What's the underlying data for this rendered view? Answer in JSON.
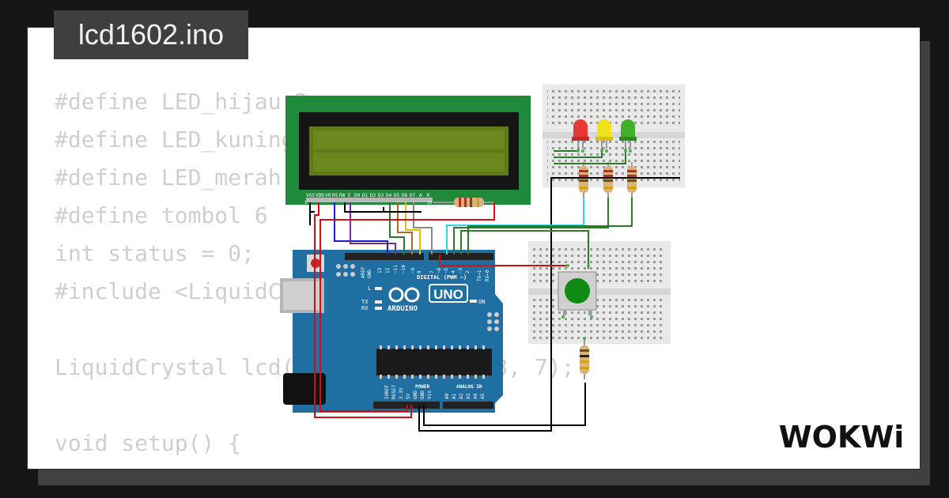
{
  "project": {
    "filename": "lcd1602.ino"
  },
  "code_lines": [
    "#define LED_hijau 2",
    "#define LED_kuning 3",
    "#define LED_merah 4",
    "#define tombol 6",
    "int status = 0;",
    "#include <LiquidCrystal.h>",
    "",
    "LiquidCrystal lcd(12, 11, 10, 9, 8, 7);",
    "",
    "void setup() {"
  ],
  "brand": {
    "logo_text": "WOKWi"
  },
  "lcd": {
    "pin_labels": [
      "VSS",
      "VDD",
      "V0",
      "RS",
      "RW",
      "E",
      "D0",
      "D1",
      "D2",
      "D3",
      "D4",
      "D5",
      "D6",
      "D7",
      "A",
      "K"
    ],
    "pin_first": "1",
    "pin_last": "16"
  },
  "arduino": {
    "brand_label": "ARDUINO",
    "model_label": "UNO",
    "digital_label": "DIGITAL (PWM ~)",
    "power_label": "POWER",
    "analog_label": "ANALOG IN",
    "on_label": "ON",
    "tx_label": "TX",
    "rx_label": "RX",
    "l_label": "L",
    "top_pins": [
      "AREF",
      "GND",
      "13",
      "12",
      "~11",
      "~10",
      "~9",
      "8",
      "7",
      "~6",
      "~5",
      "4",
      "~3",
      "2",
      "TX→1",
      "RX←0"
    ],
    "power_pins": [
      "IOREF",
      "RESET",
      "3.3V",
      "5V",
      "GND",
      "GND",
      "Vin"
    ],
    "analog_pins": [
      "A0",
      "A1",
      "A2",
      "A3",
      "A4",
      "A5"
    ]
  },
  "colors": {
    "lcd_pcb": "#1f8a3b",
    "lcd_screen": "#5f7a16",
    "arduino_board": "#1f6fa3",
    "led_red": "#e53935",
    "led_yellow": "#f2e21b",
    "led_green": "#43b02a",
    "button": "#0f8a12",
    "wire_red": "#d01010",
    "wire_black": "#000000"
  }
}
